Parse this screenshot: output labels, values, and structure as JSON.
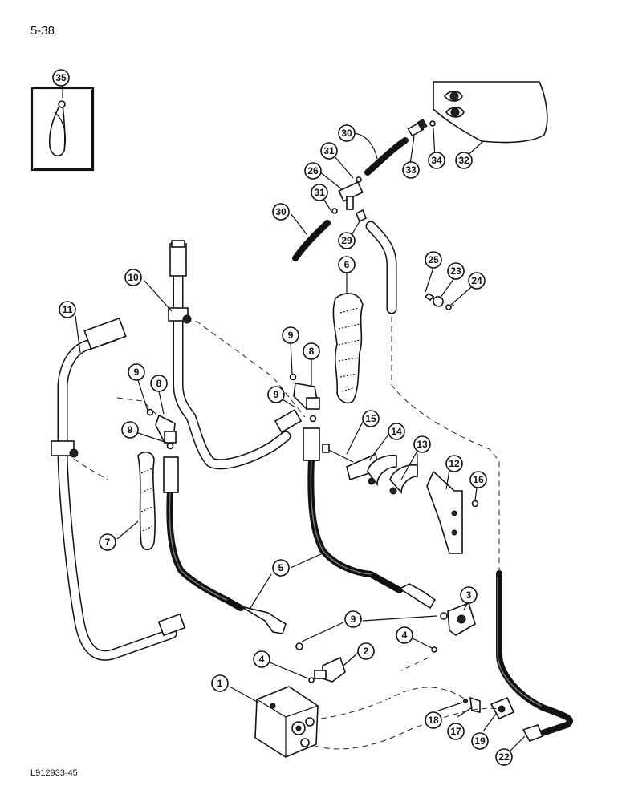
{
  "page_number": "5-38",
  "footer_code": "L912933-45",
  "callouts": [
    "35",
    "30",
    "33",
    "34",
    "32",
    "31",
    "26",
    "31",
    "30",
    "29",
    "25",
    "23",
    "24",
    "6",
    "10",
    "11",
    "9",
    "8",
    "9",
    "9",
    "8",
    "9",
    "15",
    "14",
    "13",
    "12",
    "16",
    "7",
    "5",
    "3",
    "9",
    "4",
    "2",
    "4",
    "1",
    "18",
    "17",
    "19",
    "22"
  ]
}
